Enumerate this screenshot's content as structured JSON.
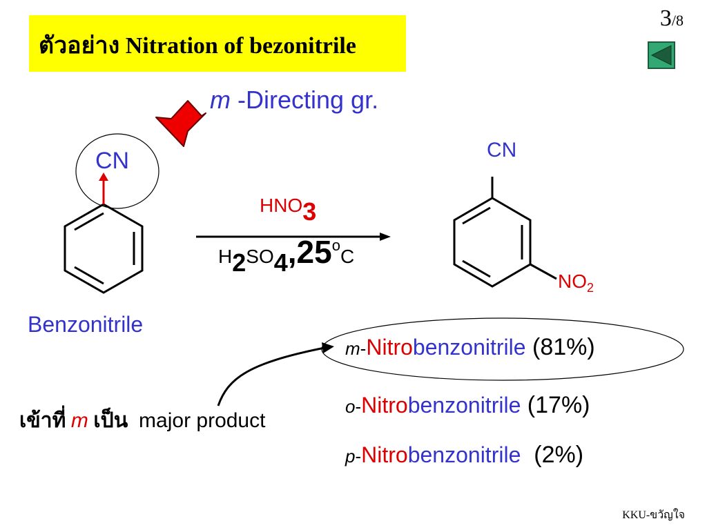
{
  "page": {
    "current": "3",
    "total": "/8"
  },
  "title": "ตัวอย่าง Nitration of bezonitrile",
  "directing": {
    "italic": "m",
    "rest": " -Directing gr."
  },
  "reactant": {
    "substituent": "CN",
    "name": "Benzonitrile"
  },
  "product": {
    "top_group": "CN",
    "side_group": "NO",
    "side_sub": "2"
  },
  "reagent": {
    "hno_text": "HNO",
    "hno_sub": "3"
  },
  "conditions": {
    "h": "H",
    "h_sub": "2",
    "so": "SO",
    "so_sub": "4",
    "comma": ",",
    "temp": "25",
    "deg": "o",
    "unit": "C"
  },
  "products": [
    {
      "prefix": "m",
      "dash": "-",
      "nitro": "Nitro",
      "base": "benzonitrile",
      "pct": " (81%)"
    },
    {
      "prefix": "o",
      "dash": "-",
      "nitro": "Nitro",
      "base": "benzonitrile",
      "pct": " (17%)"
    },
    {
      "prefix": "p",
      "dash": "-",
      "nitro": "Nitro",
      "base": "benzonitrile",
      "pct": "  (2%)"
    }
  ],
  "note": {
    "enter": "เข้าที่ ",
    "m": "m",
    "be": " เป็น ",
    "rest": " major product"
  },
  "footer": "KKU-ขวัญใจ",
  "colors": {
    "title_bg": "#ffff00",
    "blue_text": "#3333cc",
    "red_text": "#dd0000",
    "nav_button": "#33a872"
  }
}
